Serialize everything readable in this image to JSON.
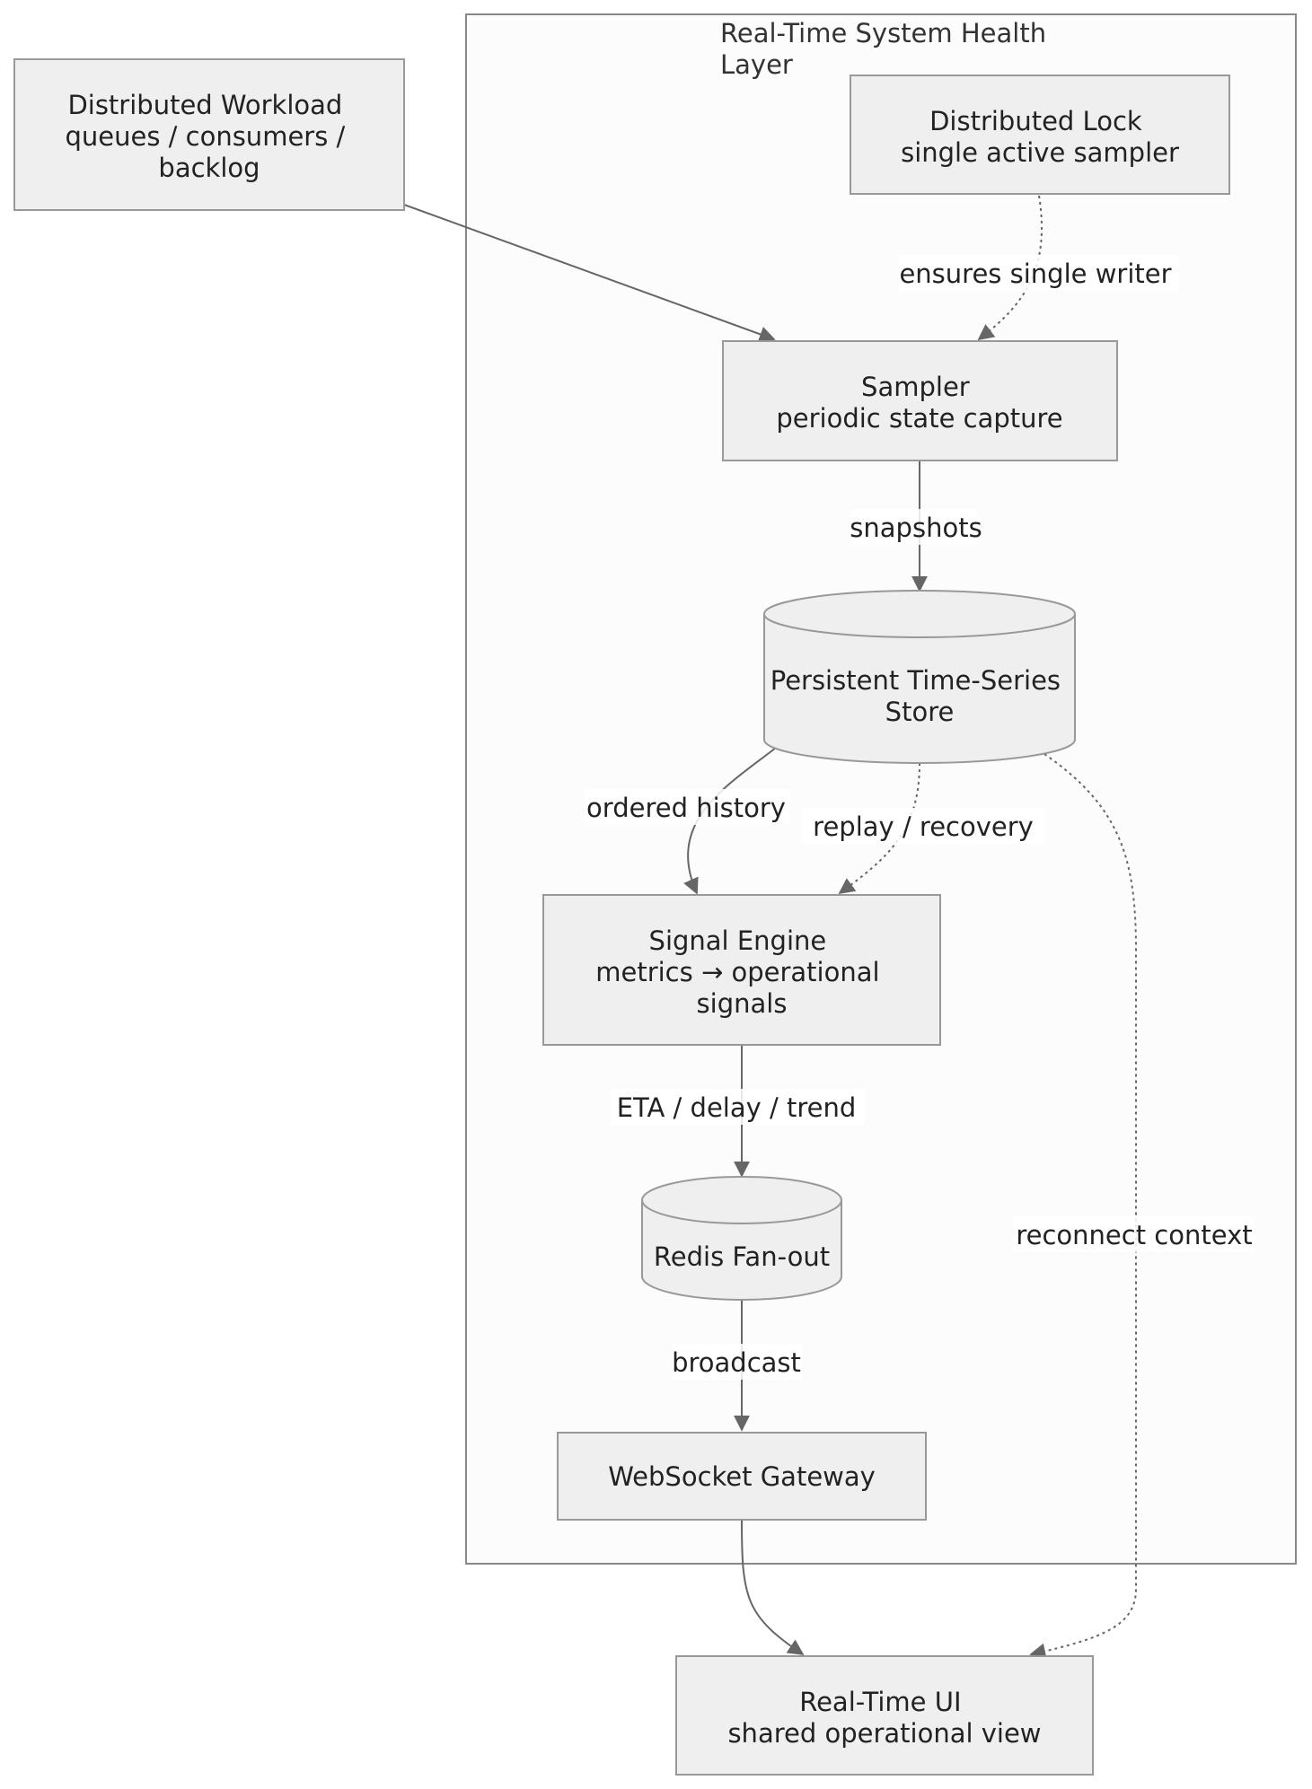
{
  "cluster": {
    "title_lines": [
      "Real-Time System Health",
      "Layer"
    ]
  },
  "nodes": {
    "workload": {
      "lines": [
        "Distributed Workload",
        "queues / consumers /",
        "backlog"
      ]
    },
    "lock": {
      "lines": [
        "Distributed Lock",
        "single active sampler"
      ]
    },
    "sampler": {
      "lines": [
        "Sampler",
        "periodic state capture"
      ]
    },
    "store": {
      "lines": [
        "Persistent Time-Series",
        "Store"
      ]
    },
    "engine": {
      "lines": [
        "Signal Engine",
        "metrics → operational",
        "signals"
      ]
    },
    "redis": {
      "lines": [
        "Redis Fan-out"
      ]
    },
    "gateway": {
      "lines": [
        "WebSocket Gateway"
      ]
    },
    "ui": {
      "lines": [
        "Real-Time UI",
        "shared operational view"
      ]
    }
  },
  "edges": {
    "ensures": "ensures single writer",
    "snapshots": "snapshots",
    "ordered": "ordered history",
    "replay": "replay / recovery",
    "eta": "ETA / delay / trend",
    "broadcast": "broadcast",
    "reconnect": "reconnect context"
  },
  "colors": {
    "node_fill": "#efefef",
    "node_stroke": "#999999",
    "cluster_fill": "#fcfcfc",
    "edge": "#666666"
  }
}
